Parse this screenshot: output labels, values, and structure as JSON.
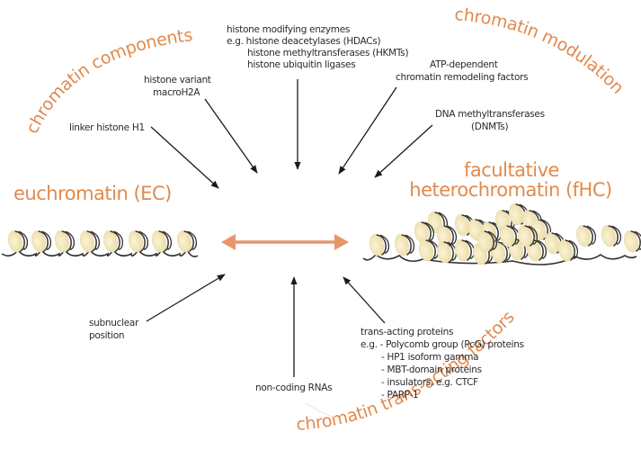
{
  "categories": {
    "components": "chromatin components",
    "modulation": "chromatin modulation",
    "trans_acting": "chromatin trans-acting factors"
  },
  "states": {
    "left": "euchromatin (EC)",
    "right_line1": "facultative",
    "right_line2": "heterochromatin (fHC)"
  },
  "factors": {
    "linker_histone": "linker histone H1",
    "histone_variant": [
      "histone variant",
      "macroH2A"
    ],
    "histone_modifying": [
      "histone modifying enzymes",
      "e.g. histone deacetylases (HDACs)",
      "histone methyltransferases (HKMTs)",
      "histone ubiquitin ligases"
    ],
    "atp_dependent": [
      "ATP-dependent",
      "chromatin remodeling factors"
    ],
    "dnmt": [
      "DNA methyltransferases",
      "(DNMTs)"
    ],
    "subnuclear": [
      "subnuclear",
      "position"
    ],
    "ncrna": "non-coding RNAs",
    "trans_proteins": [
      "trans-acting proteins",
      "e.g. - Polycomb group (PcG) proteins",
      "- HP1 isoform gamma",
      "- MBT-domain proteins",
      "- insulators, e.g. CTCF",
      "- PARP-1"
    ]
  },
  "colors": {
    "accent": "#e08a4e",
    "nucleosome_fill": "#f3e8c0",
    "text": "#2a2a2a"
  }
}
